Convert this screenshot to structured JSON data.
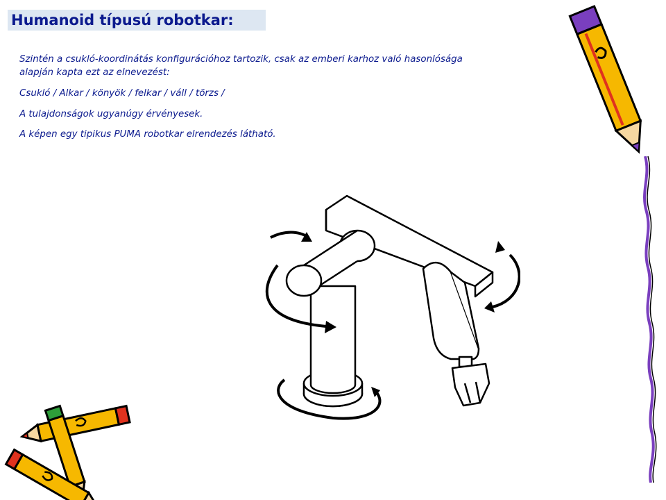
{
  "title": "Humanoid típusú robotkar:",
  "paragraph": {
    "line1": "Szintén a csukló-koordinátás konfigurációhoz tartozik, csak az emberi karhoz való hasonlósága",
    "line2": "alapján kapta ezt az elnevezést:"
  },
  "parts_line": "Csukló / Alkar / könyök / felkar / váll /  törzs /",
  "properties_line": "A tulajdonságok ugyanúgy érvényesek.",
  "caption": {
    "before": "A képen egy tipikus ",
    "emphasis": "PUMA",
    "after": " robotkar elrendezés látható."
  },
  "colors": {
    "title_bg": "#dde7f2",
    "title_text": "#0b1a8e",
    "body_text": "#0b1a8e",
    "pencil_yellow": "#f6b800",
    "pencil_red": "#e0321e",
    "pencil_purple": "#7a3fbf",
    "pencil_green": "#2e9e3a"
  },
  "image": {
    "figure": "puma-robot-arm-line-drawing",
    "decorations": [
      "pencil-clipart-top-right",
      "pencils-clipart-bottom-left",
      "wavy-purple-line-right"
    ]
  }
}
